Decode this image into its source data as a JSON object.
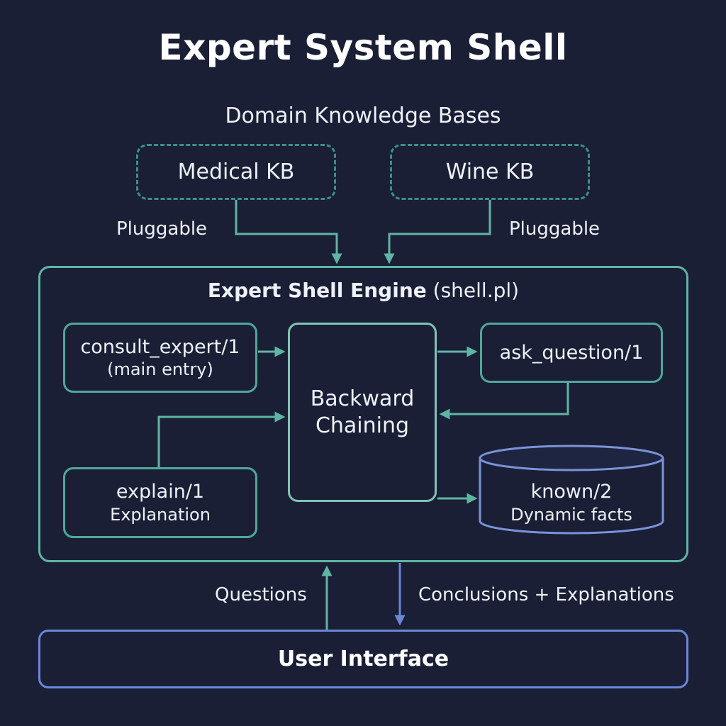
{
  "title": "Expert System Shell",
  "knowledge": {
    "heading": "Domain Knowledge Bases",
    "bases": [
      "Medical KB",
      "Wine KB"
    ],
    "edge_label": "Pluggable"
  },
  "engine": {
    "name": "Expert Shell Engine",
    "file": "(shell.pl)",
    "consult": {
      "name": "consult_expert/1",
      "desc": "(main entry)"
    },
    "chaining": {
      "line1": "Backward",
      "line2": "Chaining"
    },
    "ask": {
      "name": "ask_question/1"
    },
    "explain": {
      "name": "explain/1",
      "desc": "Explanation"
    },
    "known": {
      "name": "known/2",
      "desc": "Dynamic facts"
    }
  },
  "flows": {
    "up": "Questions",
    "down": "Conclusions + Explanations"
  },
  "user_interface": "User Interface",
  "colors": {
    "background": "#1a1f36",
    "teal": "#5fb5a3",
    "blue": "#6b86d6"
  }
}
